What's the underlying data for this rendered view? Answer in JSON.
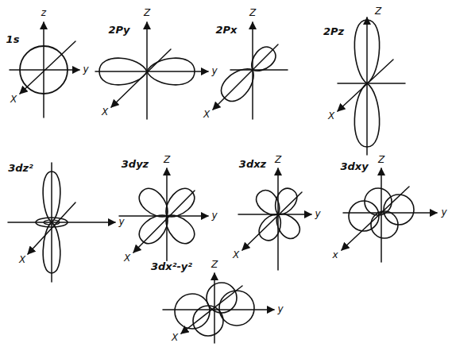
{
  "diagram": {
    "labels": [
      "1s",
      "z",
      "y",
      "X",
      "2Py",
      "Z",
      "y",
      "X",
      "2Px",
      "Z",
      "X",
      "2Pz",
      "Z",
      "X",
      "3dz²",
      "y",
      "X",
      "3dyz",
      "Z",
      "y",
      "X",
      "3dxz",
      "Z",
      "y",
      "X",
      "3dxy",
      "Z",
      "y",
      "x",
      "3dx²-y²",
      "Z",
      "y",
      "X"
    ]
  }
}
